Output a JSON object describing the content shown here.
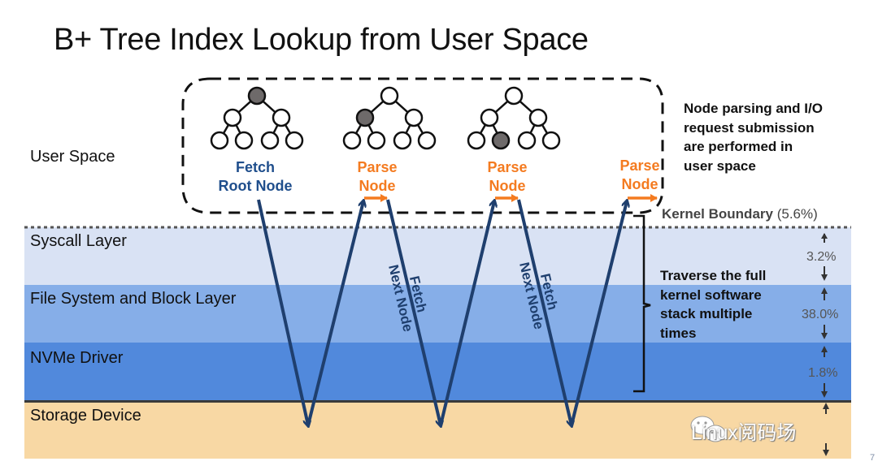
{
  "title": "B+ Tree Index Lookup from User Space",
  "user_space_label": "User Space",
  "layers": [
    {
      "name": "Syscall Layer",
      "color": "#d9e2f4"
    },
    {
      "name": "File System and Block Layer",
      "color": "#86aee8"
    },
    {
      "name": "NVMe Driver",
      "color": "#5189dc"
    },
    {
      "name": "Storage Device",
      "color": "#f8d8a4"
    }
  ],
  "steps": [
    {
      "line1": "Fetch",
      "line2": "Root Node",
      "kind": "fetch",
      "highlighted_node": "root"
    },
    {
      "line1": "Parse",
      "line2": "Node",
      "kind": "parse",
      "highlighted_node": "left-child"
    },
    {
      "line1": "Parse",
      "line2": "Node",
      "kind": "parse",
      "highlighted_node": "left-right-leaf"
    },
    {
      "line1": "Parse",
      "line2": "Node",
      "kind": "parse",
      "highlighted_node": null
    }
  ],
  "fetch_next": [
    {
      "line1": "Fetch",
      "line2": "Next Node"
    },
    {
      "line1": "Fetch",
      "line2": "Next Node"
    }
  ],
  "user_space_note": [
    "Node parsing and I/O",
    "request submission",
    "are performed in",
    "user space"
  ],
  "kernel_note": [
    "Traverse the full",
    "kernel software",
    "stack multiple",
    "times"
  ],
  "kernel_boundary": {
    "label": "Kernel Boundary",
    "pct": "(5.6%)"
  },
  "percentages": {
    "syscall": "3.2%",
    "fs_block": "38.0%",
    "nvme": "1.8%"
  },
  "colors": {
    "fetch": "#1f4e8c",
    "parse": "#f47b20",
    "arrow": "#1f3f6e",
    "highlight_node": "#6e6a6a"
  },
  "watermark": "Linux阅码场",
  "page_number": "7"
}
